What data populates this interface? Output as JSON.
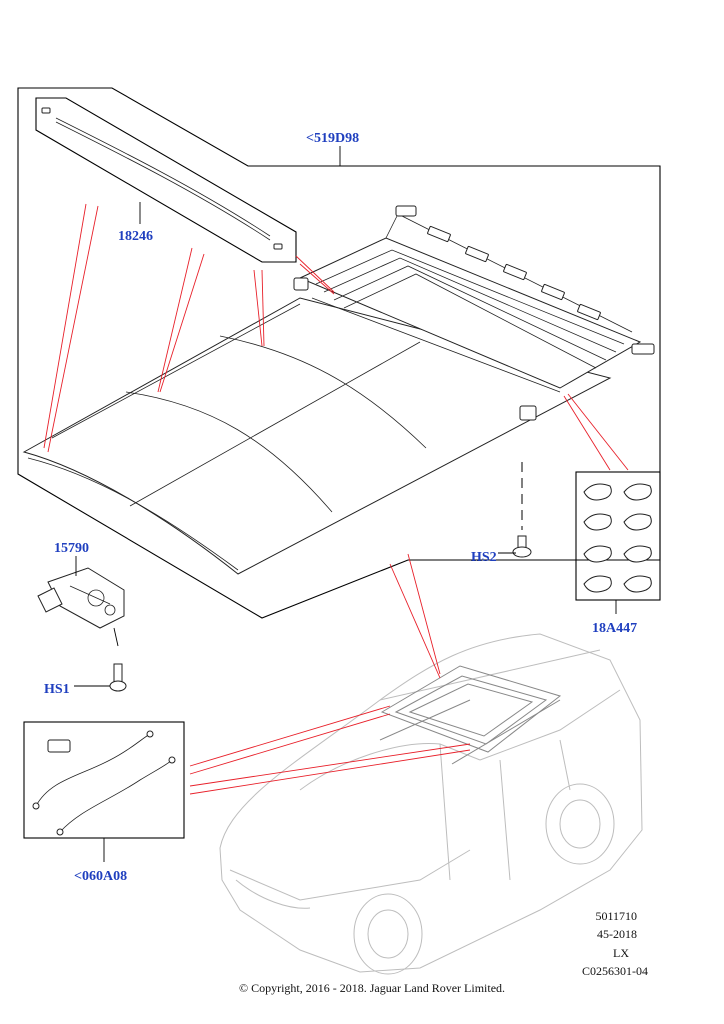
{
  "callouts": {
    "sunroof_assembly": "<519D98",
    "seal": "18246",
    "motor": "15790",
    "screw_hs2": "HS2",
    "pads": "18A447",
    "screw_hs1": "HS1",
    "drain_tubes": "<060A08"
  },
  "reference": {
    "line1": "5011710",
    "line2": "45-2018",
    "line3": "LX",
    "line4": "C0256301-04"
  },
  "copyright": "© Copyright, 2016 - 2018. Jaguar Land Rover Limited."
}
